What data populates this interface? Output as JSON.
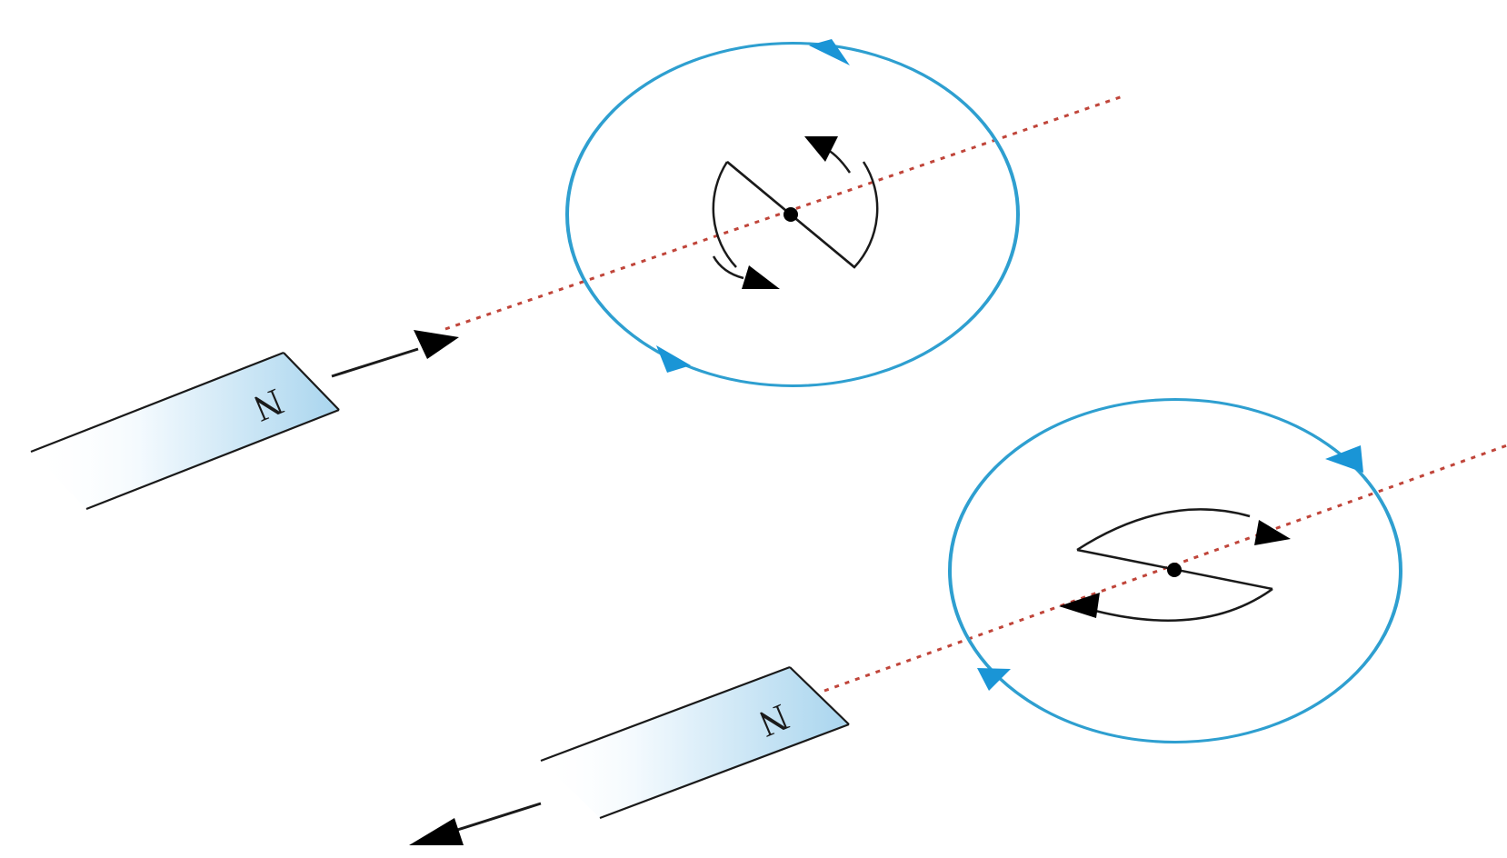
{
  "scene_top": {
    "magnet": {
      "pole_label": "N",
      "motion": "toward-coil"
    },
    "coil": {
      "current_direction": "counterclockwise"
    }
  },
  "scene_bottom": {
    "magnet": {
      "pole_label": "N",
      "motion": "away-from-coil"
    },
    "coil": {
      "current_direction": "clockwise"
    }
  },
  "colors": {
    "coil": "#2e9fd0",
    "coil_arrow": "#1a95d6",
    "axis_dots": "#c0453a",
    "magnet_fill_light": "#f4fafe",
    "magnet_fill_dark": "#a9d5ee",
    "stroke": "#1a1a1a"
  },
  "icons": {
    "coil_arrow": "triangle-arrowhead",
    "rotation_arrow": "curved-arrow",
    "motion_arrow": "straight-arrow"
  }
}
